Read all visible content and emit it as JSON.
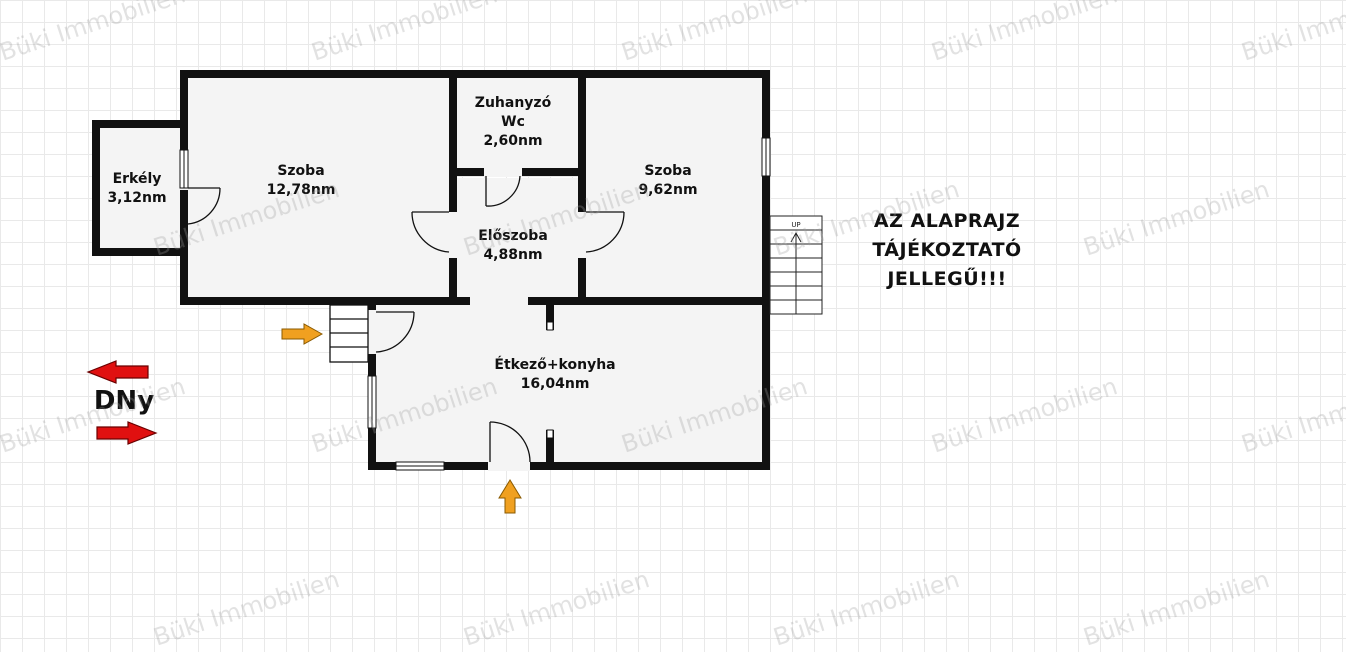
{
  "watermark": "Büki Immobilien",
  "rooms": {
    "erkely": {
      "name": "Erkély",
      "area": "3,12nm"
    },
    "szoba1": {
      "name": "Szoba",
      "area": "12,78nm"
    },
    "zuhanyzo": {
      "name": "Zuhanyzó",
      "name2": "Wc",
      "area": "2,60nm"
    },
    "szoba2": {
      "name": "Szoba",
      "area": "9,62nm"
    },
    "eloszoba": {
      "name": "Előszoba",
      "area": "4,88nm"
    },
    "etkezo": {
      "name": "Étkező+konyha",
      "area": "16,04nm"
    }
  },
  "notice": [
    "AZ ALAPRAJZ",
    "TÁJÉKOZTATÓ",
    "JELLEGŰ!!!"
  ],
  "stairs_label": "UP",
  "compass_label": "DNy",
  "colors": {
    "wall": "#111111",
    "floor": "#f4f4f4",
    "compass_arrow": "#e01010",
    "entrance_arrow": "#f0a020"
  }
}
